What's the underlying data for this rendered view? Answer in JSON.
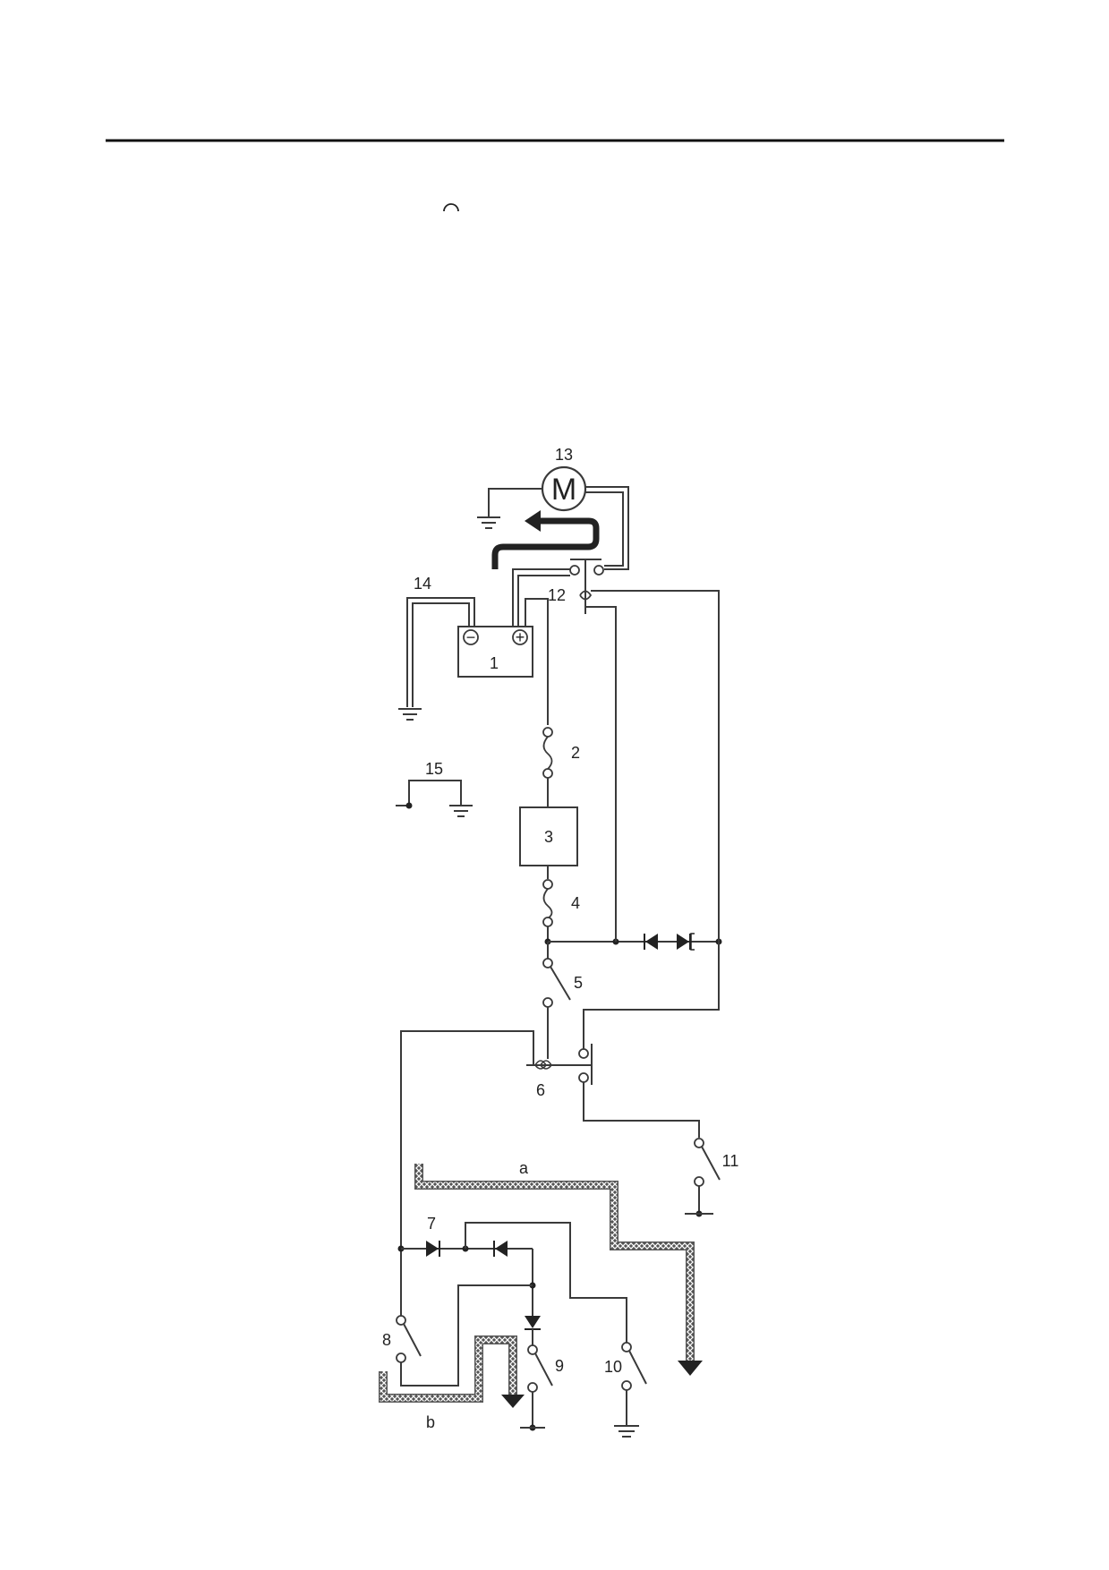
{
  "diagram": {
    "motor_symbol": "M",
    "component_labels": {
      "battery": "1",
      "fuse_main": "2",
      "box_3": "3",
      "fuse_4": "4",
      "switch_5": "5",
      "relay_6": "6",
      "diode_7": "7",
      "switch_8": "8",
      "switch_9": "9",
      "switch_10": "10",
      "switch_11": "11",
      "starter_relay_12": "12",
      "starter_motor_13": "13",
      "lead_14": "14",
      "ground_15": "15"
    },
    "flow_labels": {
      "a": "a",
      "b": "b"
    },
    "polarity": {
      "negative": "−",
      "positive": "+"
    },
    "colors": {
      "line": "#3a3a3a",
      "flow_arrow": "#222222",
      "hatched_path": "#555555"
    }
  }
}
